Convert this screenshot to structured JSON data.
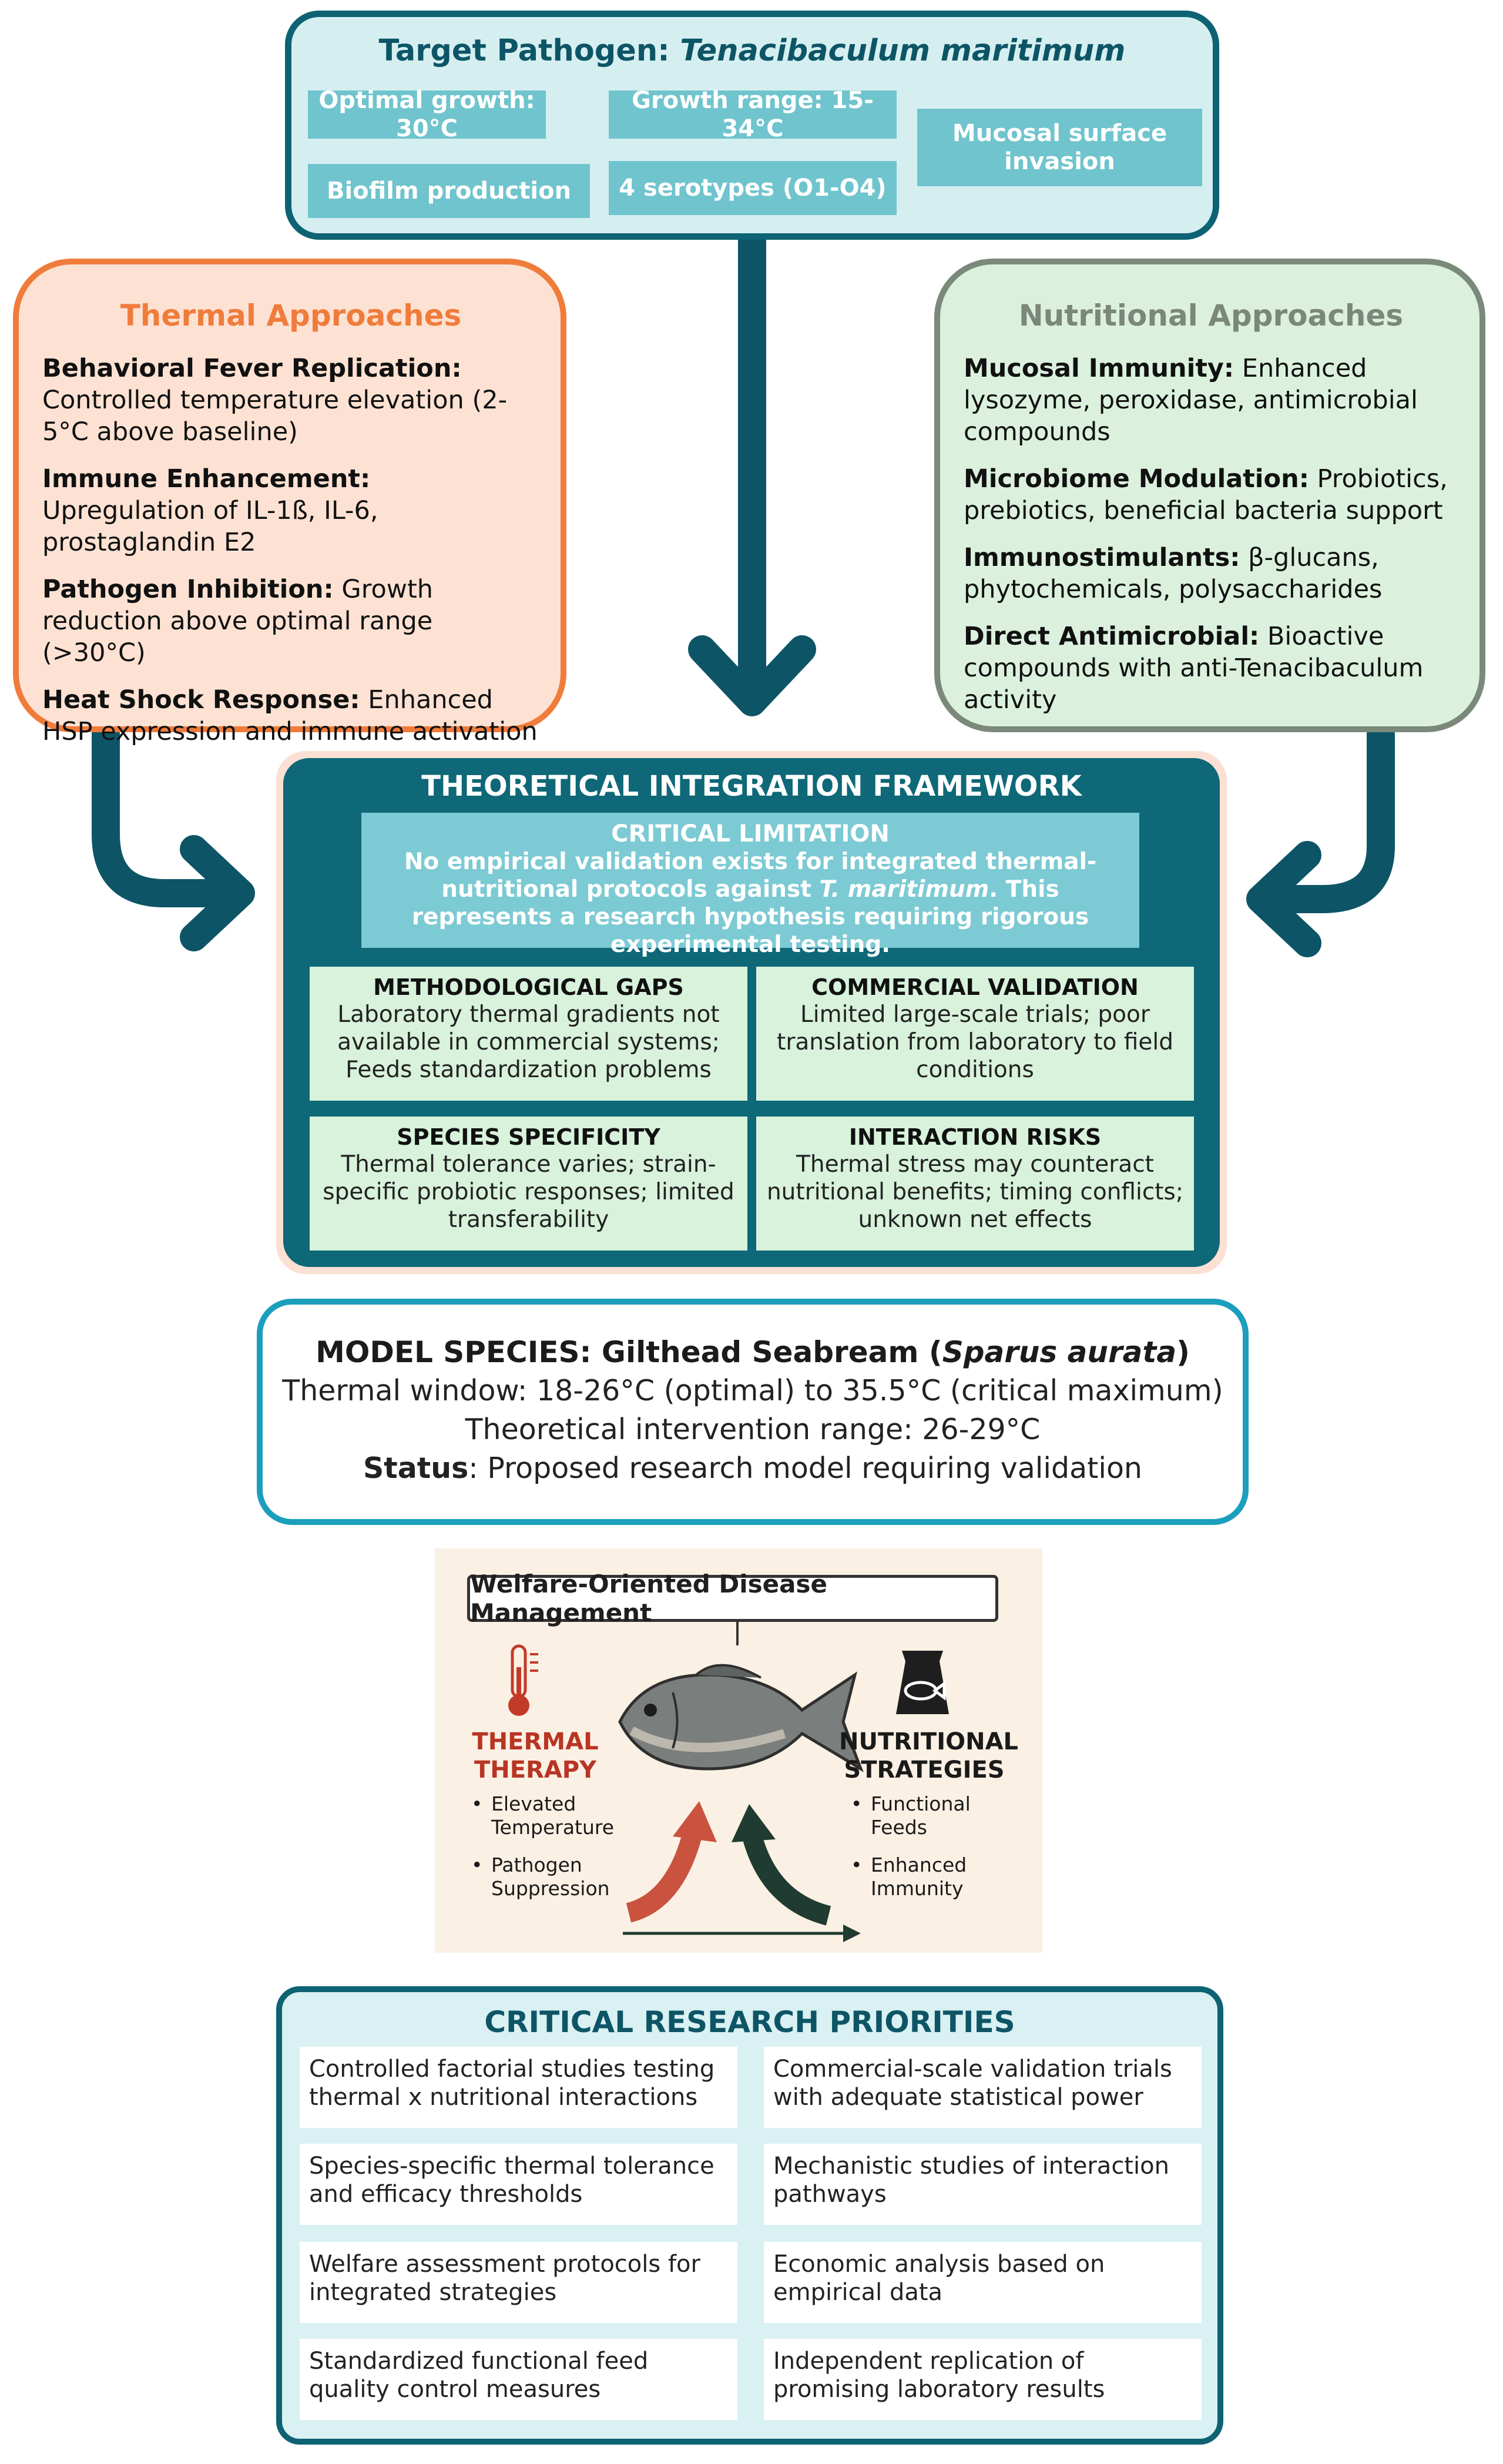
{
  "target": {
    "title_prefix": "Target Pathogen: ",
    "species": "Tenacibaculum maritimum",
    "chips": {
      "optimal": "Optimal growth: 30°C",
      "range": "Growth range: 15-34°C",
      "mucosal": "Mucosal surface invasion",
      "biofilm": "Biofilm production",
      "serotypes": "4 serotypes (O1-O4)"
    }
  },
  "thermal": {
    "title": "Thermal Approaches",
    "items": [
      {
        "label": "Behavioral Fever Replication:",
        "text": " Controlled temperature elevation (2-5°C above baseline)"
      },
      {
        "label": "Immune Enhancement:",
        "text": " Upregulation of IL-1ß, IL-6, prostaglandin E2"
      },
      {
        "label": "Pathogen Inhibition:",
        "text": " Growth reduction above optimal range (>30°C)"
      },
      {
        "label": "Heat Shock Response:",
        "text": " Enhanced HSP expression and immune activation"
      }
    ]
  },
  "nutritional": {
    "title": "Nutritional Approaches",
    "items": [
      {
        "label": "Mucosal Immunity:",
        "text": " Enhanced lysozyme, peroxidase, antimicrobial compounds"
      },
      {
        "label": "Microbiome Modulation:",
        "text": " Probiotics, prebiotics, beneficial bacteria support"
      },
      {
        "label": "Immunostimulants:",
        "text": " β-glucans, phytochemicals, polysaccharides"
      },
      {
        "label": "Direct Antimicrobial:",
        "text": " Bioactive compounds with anti-Tenacibaculum activity"
      }
    ]
  },
  "framework": {
    "title": "THEORETICAL INTEGRATION FRAMEWORK",
    "critical": {
      "title": "CRITICAL LIMITATION",
      "text_a": "No empirical validation exists for integrated thermal-nutritional protocols against ",
      "text_species": "T. maritimum",
      "text_b": ". This represents a research hypothesis requiring rigorous experimental testing."
    },
    "cells": {
      "methodological": {
        "title": "METHODOLOGICAL GAPS",
        "text": "Laboratory thermal gradients not available in commercial systems; Feeds standardization problems"
      },
      "commercial": {
        "title": "COMMERCIAL VALIDATION",
        "text": "Limited large-scale trials; poor translation from laboratory to field conditions"
      },
      "species": {
        "title": "SPECIES SPECIFICITY",
        "text": "Thermal tolerance varies; strain-specific probiotic responses; limited transferability"
      },
      "interaction": {
        "title": "INTERACTION RISKS",
        "text": "Thermal stress may counteract nutritional benefits; timing conflicts; unknown net effects"
      }
    }
  },
  "model": {
    "title_prefix": "MODEL SPECIES: Gilthead Seabream (",
    "title_species": "Sparus aurata",
    "title_suffix": ")",
    "thermal_window": "Thermal window: 18-26°C (optimal) to 35.5°C (critical maximum)",
    "intervention": "Theoretical intervention range: 26-29°C",
    "status_label": "Status",
    "status_text": ": Proposed research model requiring validation"
  },
  "illustration": {
    "banner": "Welfare-Oriented Disease Management",
    "thermal_head": "THERMAL THERAPY",
    "thermal_items": [
      "Elevated Temperature",
      "Pathogen Suppression"
    ],
    "nutri_head": "NUTRITIONAL STRATEGIES",
    "nutri_items": [
      "Functional Feeds",
      "Enhanced Immunity"
    ],
    "icons": [
      "thermometer-icon",
      "fish-feed-bag-icon",
      "fish-illustration"
    ]
  },
  "priorities": {
    "title": "CRITICAL RESEARCH PRIORITIES",
    "items": [
      "Controlled factorial studies testing thermal x nutritional interactions",
      "Commercial-scale validation trials with adequate statistical power",
      "Species-specific thermal tolerance and efficacy thresholds",
      "Mechanistic studies of interaction pathways",
      "Welfare assessment protocols for integrated strategies",
      "Economic analysis based on empirical data",
      "Standardized functional feed quality control measures",
      "Independent replication of promising laboratory results"
    ]
  },
  "colors": {
    "teal_dark": "#0d6273",
    "teal_light": "#6fc4cd",
    "orange": "#f07c3b",
    "sage": "#7a8979",
    "arrow": "#0d5566"
  }
}
